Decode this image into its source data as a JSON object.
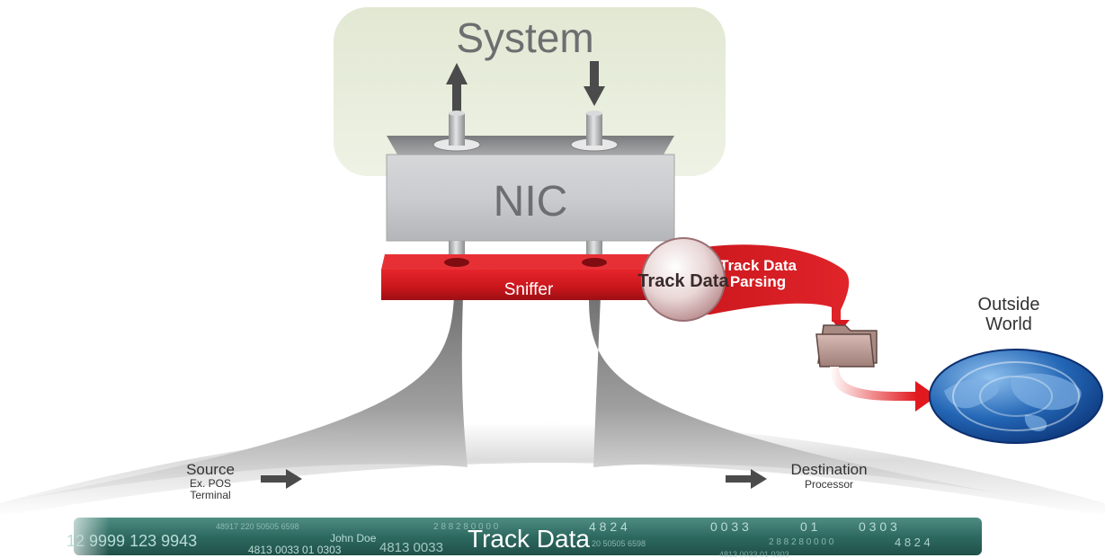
{
  "system": {
    "label": "System"
  },
  "nic": {
    "label": "NIC"
  },
  "sniffer": {
    "label": "Sniffer"
  },
  "parsing": {
    "bubble_label": "Track Data",
    "ribbon_line1": "Track Data",
    "ribbon_line2": "Parsing"
  },
  "outside": {
    "line1": "Outside",
    "line2": "World"
  },
  "source": {
    "title": "Source",
    "sub1": "Ex. POS",
    "sub2": "Terminal"
  },
  "destination": {
    "title": "Destination",
    "sub": "Processor"
  },
  "track_strip": {
    "label": "Track Data",
    "fragments": [
      "48917 220 50505 6598",
      "2 8 8   2 8   0 0 0 0",
      "4  8  2  4",
      "0 0 3 3",
      "0 1",
      "0 3 0 3",
      "12 9999 123 9943",
      "John Doe",
      "4813 0033 01 0303",
      "4813 0033",
      "20 50505 6598",
      "2 8 8   2 8   0 0 0 0",
      "4  8  2  4",
      "4813 0033 01 0303"
    ]
  },
  "colors": {
    "system_fill": "#e6ecd9",
    "nic_fill": "#c9cacc",
    "sniffer_red": "#d7191f",
    "globe_blue": "#1c5aa8",
    "strip_teal": "#2f6f66",
    "arrow_gray": "#4b4b4b"
  }
}
